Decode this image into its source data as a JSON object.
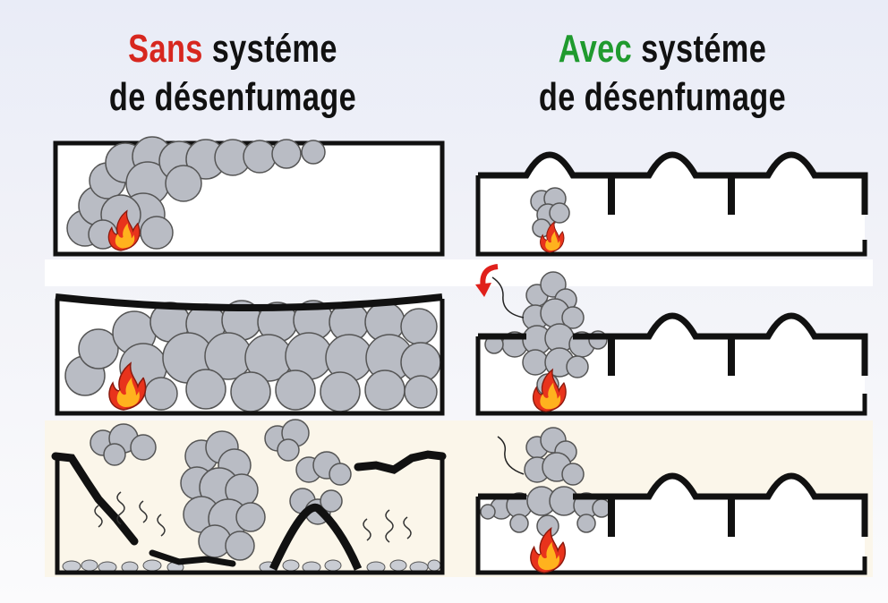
{
  "titles": {
    "left": {
      "keyword": "Sans",
      "line1_rest": " systéme",
      "line2": "de désenfumage",
      "keyword_color": "#d7271f"
    },
    "right": {
      "keyword": "Avec",
      "line1_rest": " systéme",
      "line2": "de désenfumage",
      "keyword_color": "#1f9a2e"
    }
  },
  "colors": {
    "outline": "#111111",
    "smoke": "#b9bcc4",
    "smoke_dark": "#9a9da6",
    "flame_outer": "#e8331c",
    "flame_inner": "#ffb21e",
    "arrow": "#e0201b"
  }
}
